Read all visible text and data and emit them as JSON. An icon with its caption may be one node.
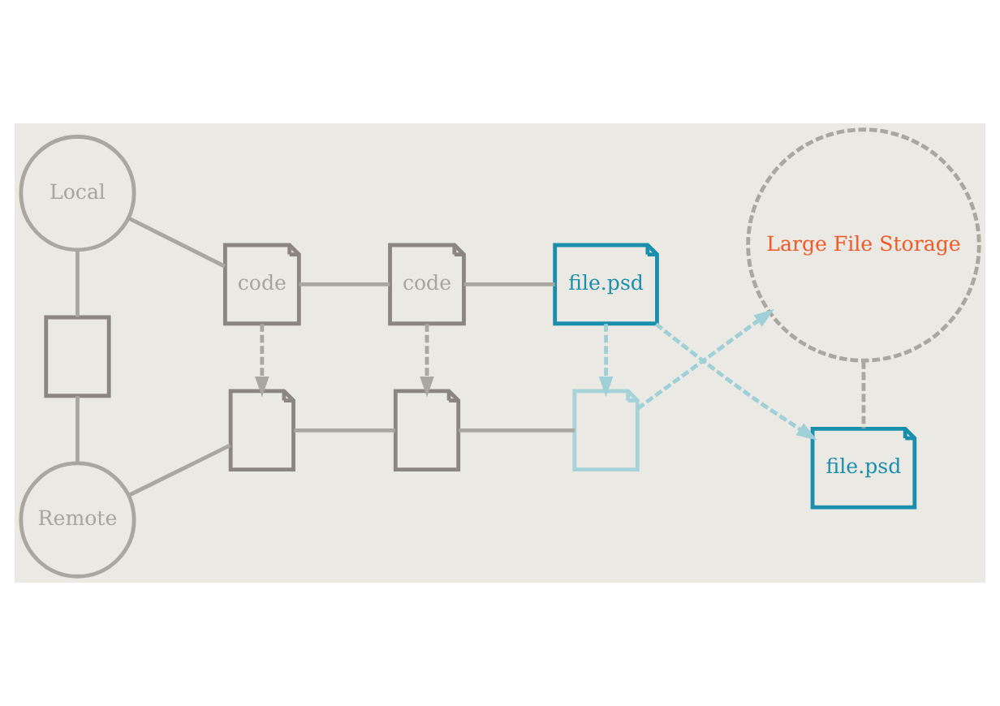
{
  "diagram": {
    "nodes": [
      {
        "text": [
          "Remote"
        ]
      },
      {
        "text": [],
        "shape": "file"
      },
      {
        "text": [],
        "shape": "file"
      },
      {
        "text": [],
        "shape": "file"
      },
      {
        "text": [
          "Large File Storage"
        ]
      },
      {
        "text": [
          "file.psd"
        ]
      },
      {
        "text": [],
        "shape": "book"
      },
      {
        "text": [
          "Local"
        ]
      },
      {
        "text": [
          "code"
        ]
      },
      {
        "text": [
          "code"
        ]
      },
      {
        "text": [
          "file.psd"
        ]
      }
    ],
    "edges": [
      {
        "from": 0,
        "to": 1,
        "arrow": "none"
      },
      {
        "from": 1,
        "to": 2,
        "arrow": "none"
      },
      {
        "from": 2,
        "to": 3,
        "arrow": "none"
      },
      {
        "from": 3,
        "to": 4,
        "arrow": "to",
        "style": "dashed",
        "color": "#9fd0d8"
      },
      {
        "from": 4,
        "to": 5,
        "arrow": "none",
        "style": "dashed"
      },
      {
        "from": 7,
        "to": 6,
        "arrow": "none"
      },
      {
        "from": 6,
        "to": 0,
        "arrow": "none"
      },
      {
        "from": 7,
        "to": 8,
        "arrow": "none"
      },
      {
        "from": 8,
        "to": 9,
        "arrow": "none"
      },
      {
        "from": 9,
        "to": 10,
        "arrow": "none"
      },
      {
        "from": 8,
        "to": 1,
        "arrow": "to",
        "style": "dashed"
      },
      {
        "from": 9,
        "to": 2,
        "arrow": "to",
        "style": "dashed"
      },
      {
        "from": 10,
        "to": 3,
        "arrow": "to",
        "style": "dashed",
        "color": "#9fd0d8"
      },
      {
        "from": 10,
        "to": 5,
        "arrow": "to",
        "style": "dashed",
        "color": "#9fd0d8"
      }
    ]
  }
}
